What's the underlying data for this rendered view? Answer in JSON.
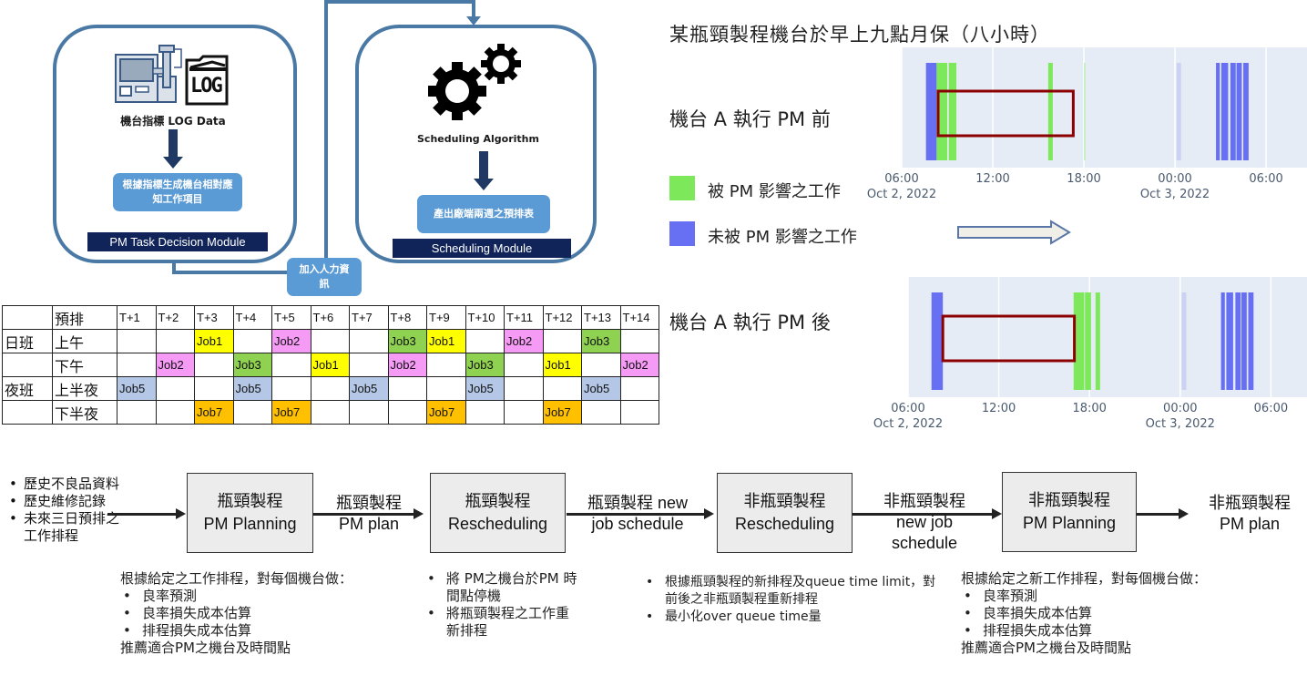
{
  "modules": {
    "left": {
      "icon_caption": "機台指標 LOG Data",
      "log_icon_text": "LOG",
      "task_box": "根據指標生成機台相對應知工作項目",
      "title_bar": "PM Task Decision Module"
    },
    "right": {
      "icon_caption": "Scheduling Algorithm",
      "output_box": "產出廠端兩週之預排表",
      "title_bar": "Scheduling Module"
    },
    "manual_input_box": "加入人力資訊"
  },
  "schedule_table": {
    "header": [
      "",
      "預排",
      "T+1",
      "T+2",
      "T+3",
      "T+4",
      "T+5",
      "T+6",
      "T+7",
      "T+8",
      "T+9",
      "T+10",
      "T+11",
      "T+12",
      "T+13",
      "T+14"
    ],
    "rows": [
      {
        "shift": "日班",
        "period": "上午",
        "cells": [
          "",
          "",
          "Job1",
          "",
          "Job2",
          "",
          "",
          "Job3",
          "Job1",
          "",
          "Job2",
          "",
          "Job3",
          ""
        ]
      },
      {
        "shift": "",
        "period": "下午",
        "cells": [
          "",
          "Job2",
          "",
          "Job3",
          "",
          "Job1",
          "",
          "Job2",
          "",
          "Job3",
          "",
          "Job1",
          "",
          "Job2"
        ]
      },
      {
        "shift": "夜班",
        "period": "上半夜",
        "cells": [
          "Job5",
          "",
          "",
          "Job5",
          "",
          "",
          "Job5",
          "",
          "",
          "Job5",
          "",
          "",
          "Job5",
          ""
        ]
      },
      {
        "shift": "",
        "period": "下半夜",
        "cells": [
          "",
          "",
          "Job7",
          "",
          "Job7",
          "",
          "",
          "",
          "Job7",
          "",
          "",
          "Job7",
          "",
          ""
        ]
      }
    ],
    "job_colors": {
      "Job1": "#ffff00",
      "Job2": "#f59af5",
      "Job3": "#8fd150",
      "Job5": "#b4c7e7",
      "Job7": "#ffc000"
    }
  },
  "right_panel": {
    "title": "某瓶頸製程機台於早上九點月保（八小時）",
    "before_label": "機台 A 執行 PM 前",
    "after_label": "機台 A 執行 PM 後",
    "legend": [
      {
        "label": "被 PM 影響之工作",
        "color": "#7de85a"
      },
      {
        "label": "未被 PM 影響之工作",
        "color": "#6770f2"
      }
    ]
  },
  "chart_data": [
    {
      "type": "timeline",
      "title": "機台 A 執行 PM 前",
      "x_axis": {
        "range": [
          "2022-10-02 06:00",
          "2022-10-03 06:42"
        ],
        "ticks": [
          {
            "time": "06:00",
            "date": "Oct 2, 2022",
            "hour": 0
          },
          {
            "time": "12:00",
            "date": "",
            "hour": 6
          },
          {
            "time": "18:00",
            "date": "",
            "hour": 12
          },
          {
            "time": "00:00",
            "date": "Oct 3, 2022",
            "hour": 18
          },
          {
            "time": "06:00",
            "date": "",
            "hour": 24
          }
        ],
        "max_hour": 26.5
      },
      "grid": true,
      "pm_window": {
        "start_hour": 2.4,
        "end_hour": 11.3,
        "color": "#8b0000"
      },
      "bars": [
        {
          "start_hour": 1.6,
          "end_hour": 2.3,
          "category": "unaffected",
          "color": "#6770f2",
          "opacity": 1
        },
        {
          "start_hour": 2.3,
          "end_hour": 3.0,
          "category": "affected",
          "color": "#7de85a",
          "opacity": 1
        },
        {
          "start_hour": 3.1,
          "end_hour": 3.6,
          "category": "affected",
          "color": "#7de85a",
          "opacity": 1
        },
        {
          "start_hour": 9.65,
          "end_hour": 9.95,
          "category": "affected",
          "color": "#7de85a",
          "opacity": 1
        },
        {
          "start_hour": 12.0,
          "end_hour": 12.1,
          "category": "affected",
          "color": "#7de85a",
          "opacity": 0.4
        },
        {
          "start_hour": 18.1,
          "end_hour": 18.4,
          "category": "unaffected",
          "color": "#6770f2",
          "opacity": 0.2
        },
        {
          "start_hour": 20.7,
          "end_hour": 20.95,
          "category": "unaffected",
          "color": "#6770f2",
          "opacity": 1
        },
        {
          "start_hour": 21.05,
          "end_hour": 21.5,
          "category": "unaffected",
          "color": "#6770f2",
          "opacity": 1
        },
        {
          "start_hour": 21.65,
          "end_hour": 22.0,
          "category": "unaffected",
          "color": "#6770f2",
          "opacity": 1
        },
        {
          "start_hour": 22.05,
          "end_hour": 22.4,
          "category": "unaffected",
          "color": "#6770f2",
          "opacity": 1
        },
        {
          "start_hour": 22.5,
          "end_hour": 22.85,
          "category": "unaffected",
          "color": "#6770f2",
          "opacity": 1
        }
      ]
    },
    {
      "type": "timeline",
      "title": "機台 A 執行 PM 後",
      "x_axis": {
        "range": [
          "2022-10-02 06:00",
          "2022-10-03 06:42"
        ],
        "ticks": [
          {
            "time": "06:00",
            "date": "Oct 2, 2022",
            "hour": 0
          },
          {
            "time": "12:00",
            "date": "",
            "hour": 6
          },
          {
            "time": "18:00",
            "date": "",
            "hour": 12
          },
          {
            "time": "00:00",
            "date": "Oct 3, 2022",
            "hour": 18
          },
          {
            "time": "06:00",
            "date": "",
            "hour": 24
          }
        ],
        "max_hour": 26.5
      },
      "grid": true,
      "pm_window": {
        "start_hour": 2.3,
        "end_hour": 11.0,
        "color": "#8b0000"
      },
      "bars": [
        {
          "start_hour": 1.55,
          "end_hour": 2.3,
          "category": "unaffected",
          "color": "#6770f2",
          "opacity": 1
        },
        {
          "start_hour": 10.95,
          "end_hour": 11.65,
          "category": "affected",
          "color": "#7de85a",
          "opacity": 1
        },
        {
          "start_hour": 11.7,
          "end_hour": 12.1,
          "category": "affected",
          "color": "#7de85a",
          "opacity": 1
        },
        {
          "start_hour": 12.4,
          "end_hour": 12.7,
          "category": "affected",
          "color": "#7de85a",
          "opacity": 1
        },
        {
          "start_hour": 18.1,
          "end_hour": 18.4,
          "category": "unaffected",
          "color": "#6770f2",
          "opacity": 0.2
        },
        {
          "start_hour": 20.7,
          "end_hour": 20.95,
          "category": "unaffected",
          "color": "#6770f2",
          "opacity": 1
        },
        {
          "start_hour": 21.05,
          "end_hour": 21.5,
          "category": "unaffected",
          "color": "#6770f2",
          "opacity": 1
        },
        {
          "start_hour": 21.65,
          "end_hour": 22.0,
          "category": "unaffected",
          "color": "#6770f2",
          "opacity": 1
        },
        {
          "start_hour": 22.05,
          "end_hour": 22.4,
          "category": "unaffected",
          "color": "#6770f2",
          "opacity": 1
        },
        {
          "start_hour": 22.5,
          "end_hour": 22.85,
          "category": "unaffected",
          "color": "#6770f2",
          "opacity": 1
        }
      ]
    }
  ],
  "flow": {
    "inputs": [
      "歷史不良品資料",
      "歷史維修記錄",
      "未來三日預排之工作排程"
    ],
    "boxes": [
      {
        "line1": "瓶頸製程",
        "line2": "PM Planning"
      },
      {
        "line1": "瓶頸製程",
        "line2": "Rescheduling"
      },
      {
        "line1": "非瓶頸製程",
        "line2": "Rescheduling"
      },
      {
        "line1": "非瓶頸製程",
        "line2": "PM Planning"
      }
    ],
    "edge_labels": [
      {
        "line1": "瓶頸製程",
        "line2": "PM plan",
        "line3": ""
      },
      {
        "line1": "瓶頸製程 new",
        "line2": "job schedule",
        "line3": ""
      },
      {
        "line1": "非瓶頸製程",
        "line2": "new job",
        "line3": "schedule"
      }
    ],
    "output": {
      "line1": "非瓶頸製程",
      "line2": "PM plan"
    },
    "descriptions": {
      "pm_planning": {
        "intro": "根據給定之工作排程，對每個機台做：",
        "items": [
          "良率預測",
          "良率損失成本估算",
          "排程損失成本估算"
        ],
        "outro": "推薦適合PM之機台及時間點"
      },
      "rescheduling": {
        "items": [
          "將 PM之機台於PM 時間點停機",
          "將瓶頸製程之工作重新排程"
        ]
      },
      "non_bottleneck_rescheduling": {
        "items": [
          "根據瓶頸製程的新排程及queue time limit，對前後之非瓶頸製程重新排程",
          "最小化over queue time量"
        ]
      },
      "non_bottleneck_pm_planning": {
        "intro": "根據給定之新工作排程，對每個機台做：",
        "items": [
          "良率預測",
          "良率損失成本估算",
          "排程損失成本估算"
        ],
        "outro": "推薦適合PM之機台及時間點"
      }
    }
  }
}
